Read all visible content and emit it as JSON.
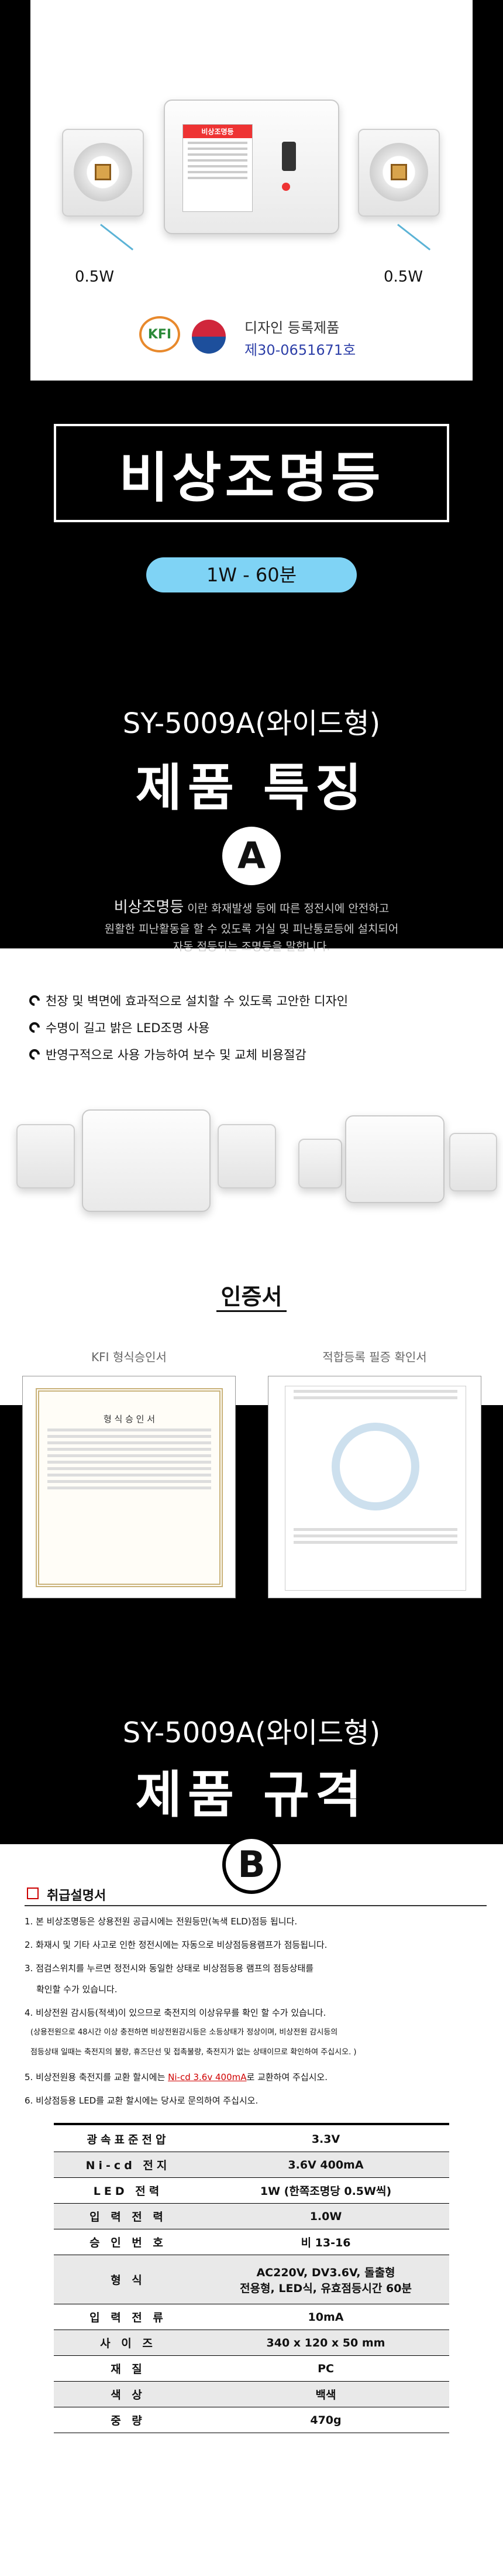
{
  "hero": {
    "left_power": "0.5W",
    "right_power": "0.5W",
    "product_label_title": "비상조명등",
    "kfi_logo": "KFI",
    "design_reg_title": "디자인 등록제품",
    "design_reg_no": "제30-0651671호"
  },
  "banner": {
    "title": "비상조명등",
    "pill": "1W - 60분"
  },
  "section_a": {
    "model": "SY-5009A(와이드형)",
    "heading": "제품 특징",
    "badge": "A",
    "desc_line1_strong": "비상조명등",
    "desc_line1_rest": " 이란 화재발생 등에 따른 정전시에 안전하고",
    "desc_line2": "원활한 피난활동을 할 수 있도록 거실 및 피난통로등에 설치되어",
    "desc_line3": "자동 점등되는 조명등을 말합니다.",
    "features": [
      "천장 및 벽면에 효과적으로 설치할 수 있도록 고안한 디자인",
      "수명이 길고 밝은 LED조명 사용",
      "반영구적으로 사용 가능하여 보수 및 교체 비용절감"
    ]
  },
  "certs": {
    "heading": "인증서",
    "left_title": "KFI 형식승인서",
    "right_title": "적합등록 필증 확인서",
    "left_doc_title": "형 식 승 인 서"
  },
  "section_b": {
    "model": "SY-5009A(와이드형)",
    "heading": "제품 규격",
    "badge": "B",
    "manual_title": "취급설명서",
    "notes": [
      "1. 본 비상조명등은 상용전원 공급시에는 전원등만(녹색 ELD)점등 됩니다.",
      "2. 화재시 및 기타 사고로 인한 정전시에는 자동으로 비상점등용램프가 점등됩니다.",
      "3. 점검스위치를 누르면 정전시와 동일한 상태로 비상점등용 램프의 점등상태를",
      "   확인할 수가 있습니다.",
      "4. 비상전원 감시등(적색)이 있으므로 축전지의 이상유무를 확인 할 수가 있습니다.",
      "   (상용전원으로 48시간 이상 충전하면 비상전원감시등은 소등상태가 정상이며, 비상전원 감시등의",
      "   점등상태 일때는 축전지의 불량, 휴즈단선 및 접촉불량, 축전지가 없는 상태이므로 확인하여 주십시오. )",
      "5. 비상전원용 축전지를 교환 할시에는 ",
      "6. 비상점등용 LED를 교환 할시에는 당사로 문의하여 주십시오."
    ],
    "note5_red": "Ni-cd 3.6v 400mA",
    "note5_end": "로 교환하여 주십시오.",
    "specs": [
      {
        "k": "광속표준전압",
        "v": "3.3V",
        "v2": ""
      },
      {
        "k": "Ni-cd 전지",
        "v": "3.6V 400mA",
        "v2": ""
      },
      {
        "k": "LED 전력",
        "v": "1W (한쪽조명당 0.5W씩)",
        "v2": ""
      },
      {
        "k": "입 력 전 력",
        "v": "1.0W",
        "v2": ""
      },
      {
        "k": "승 인 번 호",
        "v": "비 13-16",
        "v2": ""
      },
      {
        "k": "형 식",
        "v": "AC220V, DV3.6V, 돌출형",
        "v2": "전용형, LED식, 유효점등시간 60분"
      },
      {
        "k": "입 력 전 류",
        "v": "10mA",
        "v2": ""
      },
      {
        "k": "사 이 즈",
        "v": "340 x 120 x 50 mm",
        "v2": ""
      },
      {
        "k": "재 질",
        "v": "PC",
        "v2": ""
      },
      {
        "k": "색 상",
        "v": "백색",
        "v2": ""
      },
      {
        "k": "중 량",
        "v": "470g",
        "v2": ""
      }
    ]
  },
  "colors": {
    "accent_blue": "#7fd3f5",
    "badge_white": "#ffffff",
    "note_red": "#d00000"
  }
}
